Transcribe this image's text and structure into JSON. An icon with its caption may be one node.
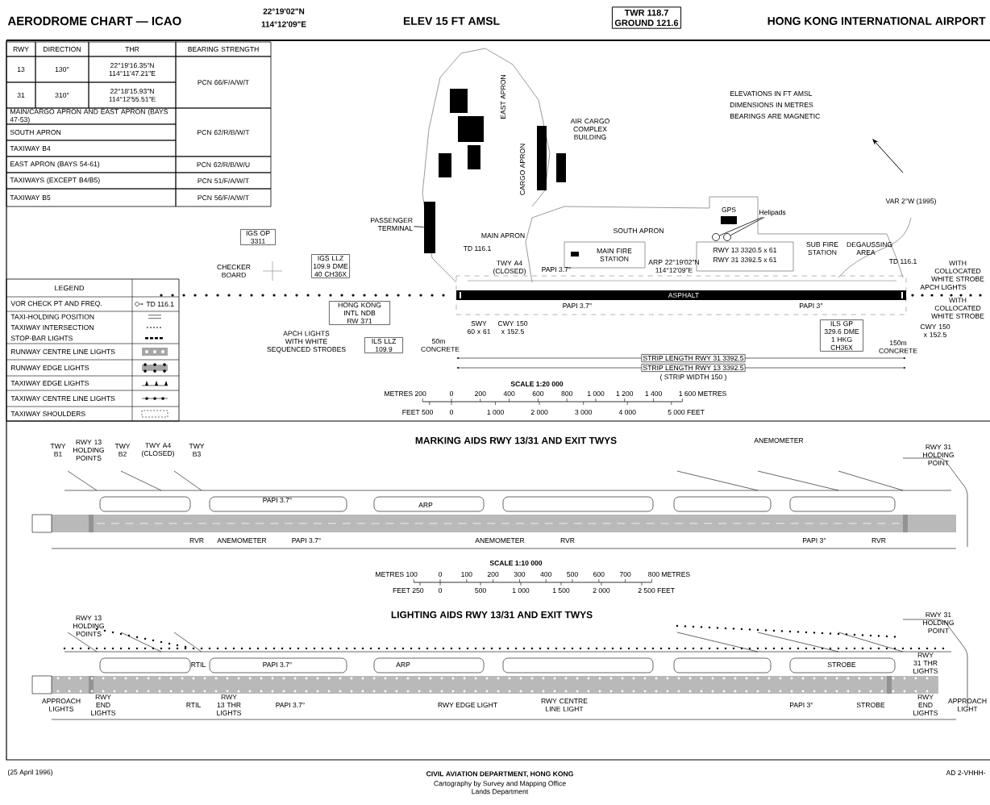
{
  "diagram": {
    "title": "AERODROME CHART — ICAO",
    "nodes": [
      {
        "text": [
          "TWR 118.7",
          "GROUND 121.6"
        ]
      },
      {
        "text": [
          "PASSENGER TERMINAL"
        ]
      },
      {
        "text": [],
        "shape": "box"
      },
      {
        "text": [
          "Helipads"
        ]
      },
      {
        "text": [],
        "shape": "circle"
      },
      {
        "text": [],
        "shape": "circle"
      },
      {
        "text": [
          "IGS OP 3311"
        ]
      },
      {
        "text": [
          "IGS LLZ 109.9 DME 40 CH36X"
        ]
      },
      {
        "text": [
          "HONG KONG INTL NDB RW 371"
        ]
      },
      {
        "text": [
          "ILS LLZ 109.9"
        ]
      },
      {
        "text": [
          "ILS GP 329.6 DME 1 HKG CH36X"
        ]
      }
    ],
    "edges": [
      {
        "from": 1,
        "to": 2,
        "arrow": "none"
      },
      {
        "from": 3,
        "to": 4,
        "arrow": "none"
      },
      {
        "from": 3,
        "to": 5,
        "arrow": "none"
      }
    ],
    "labels": [
      "22°19'02\"N",
      "114°12'09\"E",
      "ELEV 15 FT AMSL",
      "HONG KONG INTERNATIONAL AIRPORT",
      "RWY",
      "DIRECTION",
      "THR",
      "BEARING STRENGTH",
      "13",
      "130°",
      "22°19'16.35\"N 114°11'47.21\"E",
      "PCN 66/F/A/W/T",
      "31",
      "310°",
      "22°18'15.93\"N 114°12'55.51\"E",
      "MAIN/CARGO APRON AND EAST APRON (BAYS 47-53)",
      "SOUTH APRON",
      "PCN 62/R/B/W/T",
      "TAXIWAY B4",
      "EAST APRON (BAYS 54-61)",
      "PCN 62/R/B/W/U",
      "TAXIWAYS (EXCEPT B4/B5)",
      "PCN 51/F/A/W/T",
      "TAXIWAY B5",
      "PCN 56/F/A/W/T",
      "LEGEND",
      "TD 116.1",
      "ELEVATIONS IN FT AMSL",
      "DIMENSIONS IN METRES",
      "BEARINGS ARE MAGNETIC",
      "VAR 2°W (1995)",
      "EAST APRON",
      "AIR CARGO COMPLEX BUILDING",
      "CARGO APRON",
      "MAIN APRON",
      "SOUTH APRON",
      "MAIN FIRE STATION",
      "RWY 13 3320.5 x 61",
      "RWY 31 3392.5 x 61",
      "SUB FIRE STATION",
      "DEGAUSSING AREA",
      "ARP 22°19'02\"N 114°12'09\"E",
      "ASPHALT",
      "PAPI 3.7°",
      "PAPI 3.7°",
      "PAPI 3°",
      "SWY 60 x 61",
      "CWY 150 x 152.5",
      "50m CONCRETE",
      "TD 116.1",
      "CHECKER BOARD",
      "TWY A4 (CLOSED)",
      "APCH LIGHTS WITH WHITE SEQUENCED STROBES",
      "TD 116.1",
      "WITH COLLOCATED WHITE STROBE",
      "APCH LIGHTS",
      "WITH COLLOCATED WHITE STROBE",
      "CWY 150 x 152.5",
      "150m CONCRETE",
      "STRIP LENGTH RWY 31 3392.5",
      "STRIP LENGTH RWY 13 3392.5",
      "( STRIP WIDTH 150 )",
      "SCALE 1:20 000",
      "METRES 200",
      "0",
      "200",
      "400",
      "600",
      "800",
      "1 000",
      "1 200",
      "1 400",
      "1 600 METRES",
      "FEET 500",
      "0",
      "1 000",
      "2 000",
      "3 000",
      "4 000",
      "5 000 FEET",
      "MARKING AIDS RWY 13/31 AND EXIT TWYS",
      "TWY B1",
      "RWY 13 HOLDING POINTS",
      "TWY B2",
      "TWY A4 (CLOSED)",
      "TWY B3",
      "ANEMOMETER",
      "PAPI 3.7°",
      "ARP",
      "RVR",
      "ANEMOMETER",
      "PAPI 3.7°",
      "ANEMOMETER",
      "RVR",
      "PAPI 3°",
      "RVR",
      "RWY 31 HOLDING POINT",
      "SCALE 1:10 000",
      "METRES 100",
      "0",
      "100",
      "200",
      "300",
      "400",
      "500",
      "600",
      "700",
      "800 METRES",
      "FEET 250",
      "0",
      "500",
      "1 000",
      "1 500",
      "2 000",
      "2 500 FEET",
      "LIGHTING AIDS RWY 13/31 AND EXIT TWYS",
      "RWY 13 HOLDING POINTS",
      "RWY 31 HOLDING POINT",
      "RTIL",
      "PAPI 3.7°",
      "ARP",
      "STROBE",
      "RWY 31 THR LIGHTS",
      "APPROACH LIGHTS",
      "RWY END LIGHTS",
      "RTIL",
      "RWY 13 THR LIGHTS",
      "PAPI 3.7°",
      "RWY EDGE LIGHT",
      "RWY CENTRE LINE LIGHT",
      "PAPI 3°",
      "STROBE",
      "RWY END LIGHTS",
      "APPROACH LIGHT",
      "(25 April 1996)",
      "CIVIL AVIATION DEPARTMENT, HONG KONG",
      "Cartography by Survey and Mapping Office",
      "Lands Department",
      "AD 2-VHHH-",
      "GPS"
    ],
    "legend": [
      {
        "text": "VOR CHECK PT AND FREQ."
      },
      {
        "text": "TAXI-HOLDING POSITION"
      },
      {
        "text": "TAXIWAY INTERSECTION"
      },
      {
        "text": "STOP-BAR LIGHTS"
      },
      {
        "text": "RUNWAY CENTRE LINE LIGHTS"
      },
      {
        "text": "RUNWAY EDGE LIGHTS"
      },
      {
        "text": "TAXIWAY EDGE LIGHTS"
      },
      {
        "text": "TAXIWAY CENTRE LINE LIGHTS"
      },
      {
        "text": "TAXIWAY SHOULDERS"
      }
    ]
  }
}
